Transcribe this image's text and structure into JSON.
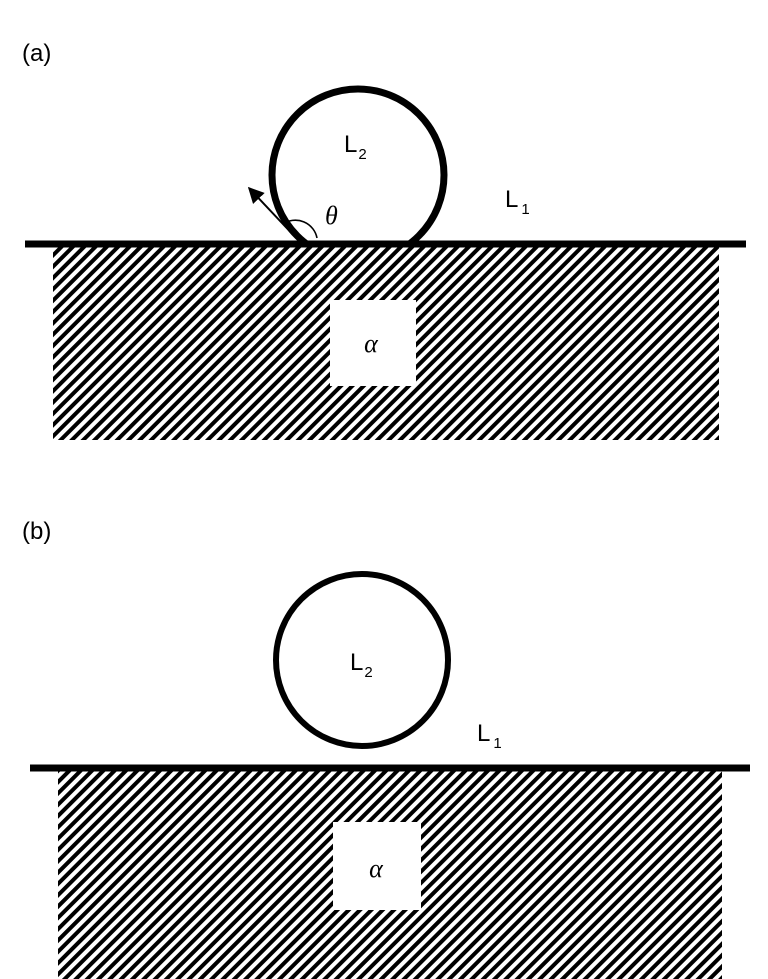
{
  "colors": {
    "ink": "#000000",
    "background": "#ffffff"
  },
  "panels": [
    {
      "label": "(a)",
      "droplet_phase": {
        "main": "L",
        "sub": "2"
      },
      "matrix_phase": {
        "main": "L",
        "sub": "1"
      },
      "substrate_phase": "α",
      "angle_symbol": "θ",
      "state": "partially wetting droplet with contact angle"
    },
    {
      "label": "(b)",
      "droplet_phase": {
        "main": "L",
        "sub": "2"
      },
      "matrix_phase": {
        "main": "L",
        "sub": "1"
      },
      "substrate_phase": "α",
      "state": "non-wetting droplet touching substrate at a point"
    }
  ]
}
